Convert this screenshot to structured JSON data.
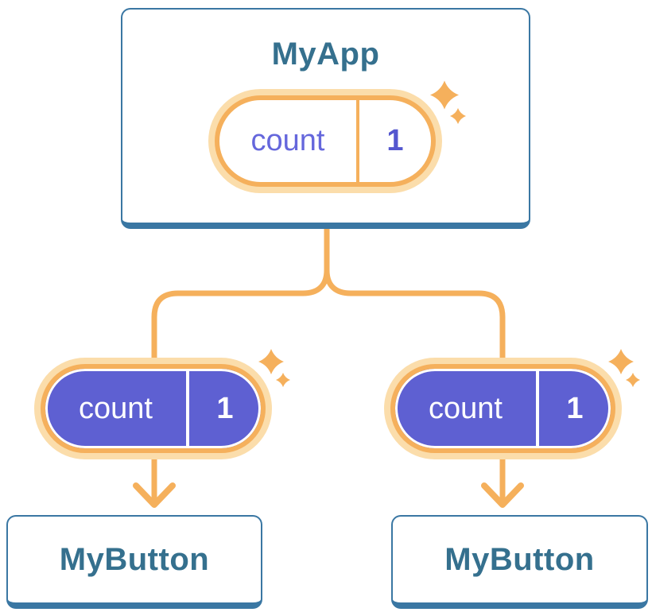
{
  "theme": {
    "orange": "#F5B05C",
    "orange_light": "#FBDDAB",
    "blue_text": "#35708E",
    "blue_border": "#3A77A3",
    "purple": "#5E60D2",
    "purple_text": "#6567DC",
    "purple_value": "#5457CF",
    "bg": "#FFFFFF"
  },
  "icons": {
    "sparkle": "four-point-star",
    "arrow": "chevron-arrow-down"
  },
  "diagram": {
    "root": {
      "title": "MyApp",
      "state": {
        "label": "count",
        "value": "1"
      }
    },
    "children": [
      {
        "title": "MyButton",
        "state": {
          "label": "count",
          "value": "1"
        }
      },
      {
        "title": "MyButton",
        "state": {
          "label": "count",
          "value": "1"
        }
      }
    ]
  }
}
